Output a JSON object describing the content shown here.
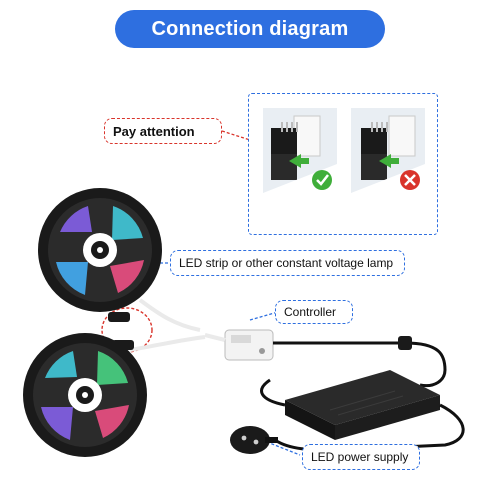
{
  "title": "Connection diagram",
  "callouts": {
    "pay_attention": "Pay attention",
    "led_strip": "LED strip or other constant voltage lamp",
    "controller": "Controller",
    "power_supply": "LED power supply"
  },
  "colors": {
    "accent_blue": "#2e6fe0",
    "warning_red": "#d9342b",
    "check_green": "#3fae3a"
  },
  "icons": {
    "correct": "check-icon",
    "wrong": "x-icon",
    "direction": "arrow-icon"
  }
}
